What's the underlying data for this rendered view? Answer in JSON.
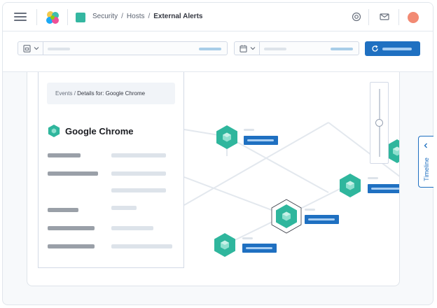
{
  "header": {
    "menu_icon": "hamburger-menu-icon",
    "logo": "elastic-logo",
    "breadcrumbs": [
      "Security",
      "Hosts",
      "External Alerts"
    ],
    "breadcrumb_separator": "/",
    "icons": [
      "help-icon",
      "mail-icon"
    ]
  },
  "filters": {
    "index_picker_icon": "save-document-icon",
    "date_picker_icon": "calendar-icon",
    "refresh_icon": "refresh-icon"
  },
  "flyout": {
    "breadcrumb_root": "Events",
    "breadcrumb_sep": " / ",
    "breadcrumb_current": "Details for: Google Chrome",
    "title": "Google Chrome",
    "title_icon": "process-node-hexagon-icon"
  },
  "timeline": {
    "label": "Timeline",
    "icon": "chevron-left-icon"
  },
  "colors": {
    "accent": "#1f70c1",
    "node": "#2fb69d",
    "node_dark": "#1d9a84",
    "placeholder_bar": "#9aa0a8",
    "light_bar": "#dde3ea",
    "field_bar": "#a8cde8"
  }
}
